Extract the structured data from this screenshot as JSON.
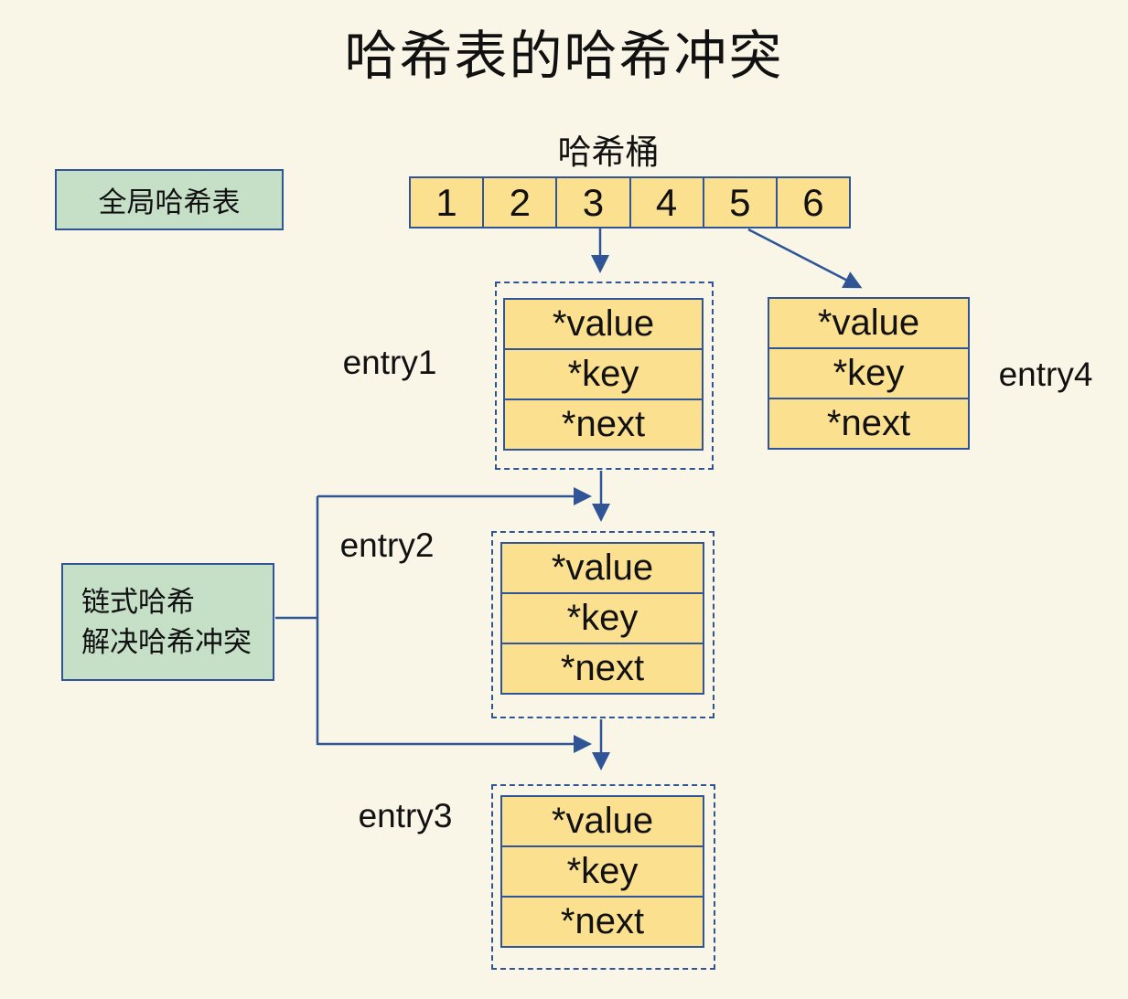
{
  "title": "哈希表的哈希冲突",
  "bucket": {
    "label": "哈希桶",
    "cells": [
      "1",
      "2",
      "3",
      "4",
      "5",
      "6"
    ]
  },
  "annotations": {
    "global_hash_table": "全局哈希表",
    "chained_hash_line1": "链式哈希",
    "chained_hash_line2": "解决哈希冲突"
  },
  "entries": [
    {
      "name": "entry1",
      "fields": [
        "*value",
        "*key",
        "*next"
      ]
    },
    {
      "name": "entry2",
      "fields": [
        "*value",
        "*key",
        "*next"
      ]
    },
    {
      "name": "entry3",
      "fields": [
        "*value",
        "*key",
        "*next"
      ]
    },
    {
      "name": "entry4",
      "fields": [
        "*value",
        "*key",
        "*next"
      ]
    }
  ],
  "colors": {
    "background": "#FAF6E7",
    "cell-fill": "#FBE08F",
    "line": "#2F5597",
    "green-fill": "#C6E0C8",
    "text": "#111111"
  }
}
